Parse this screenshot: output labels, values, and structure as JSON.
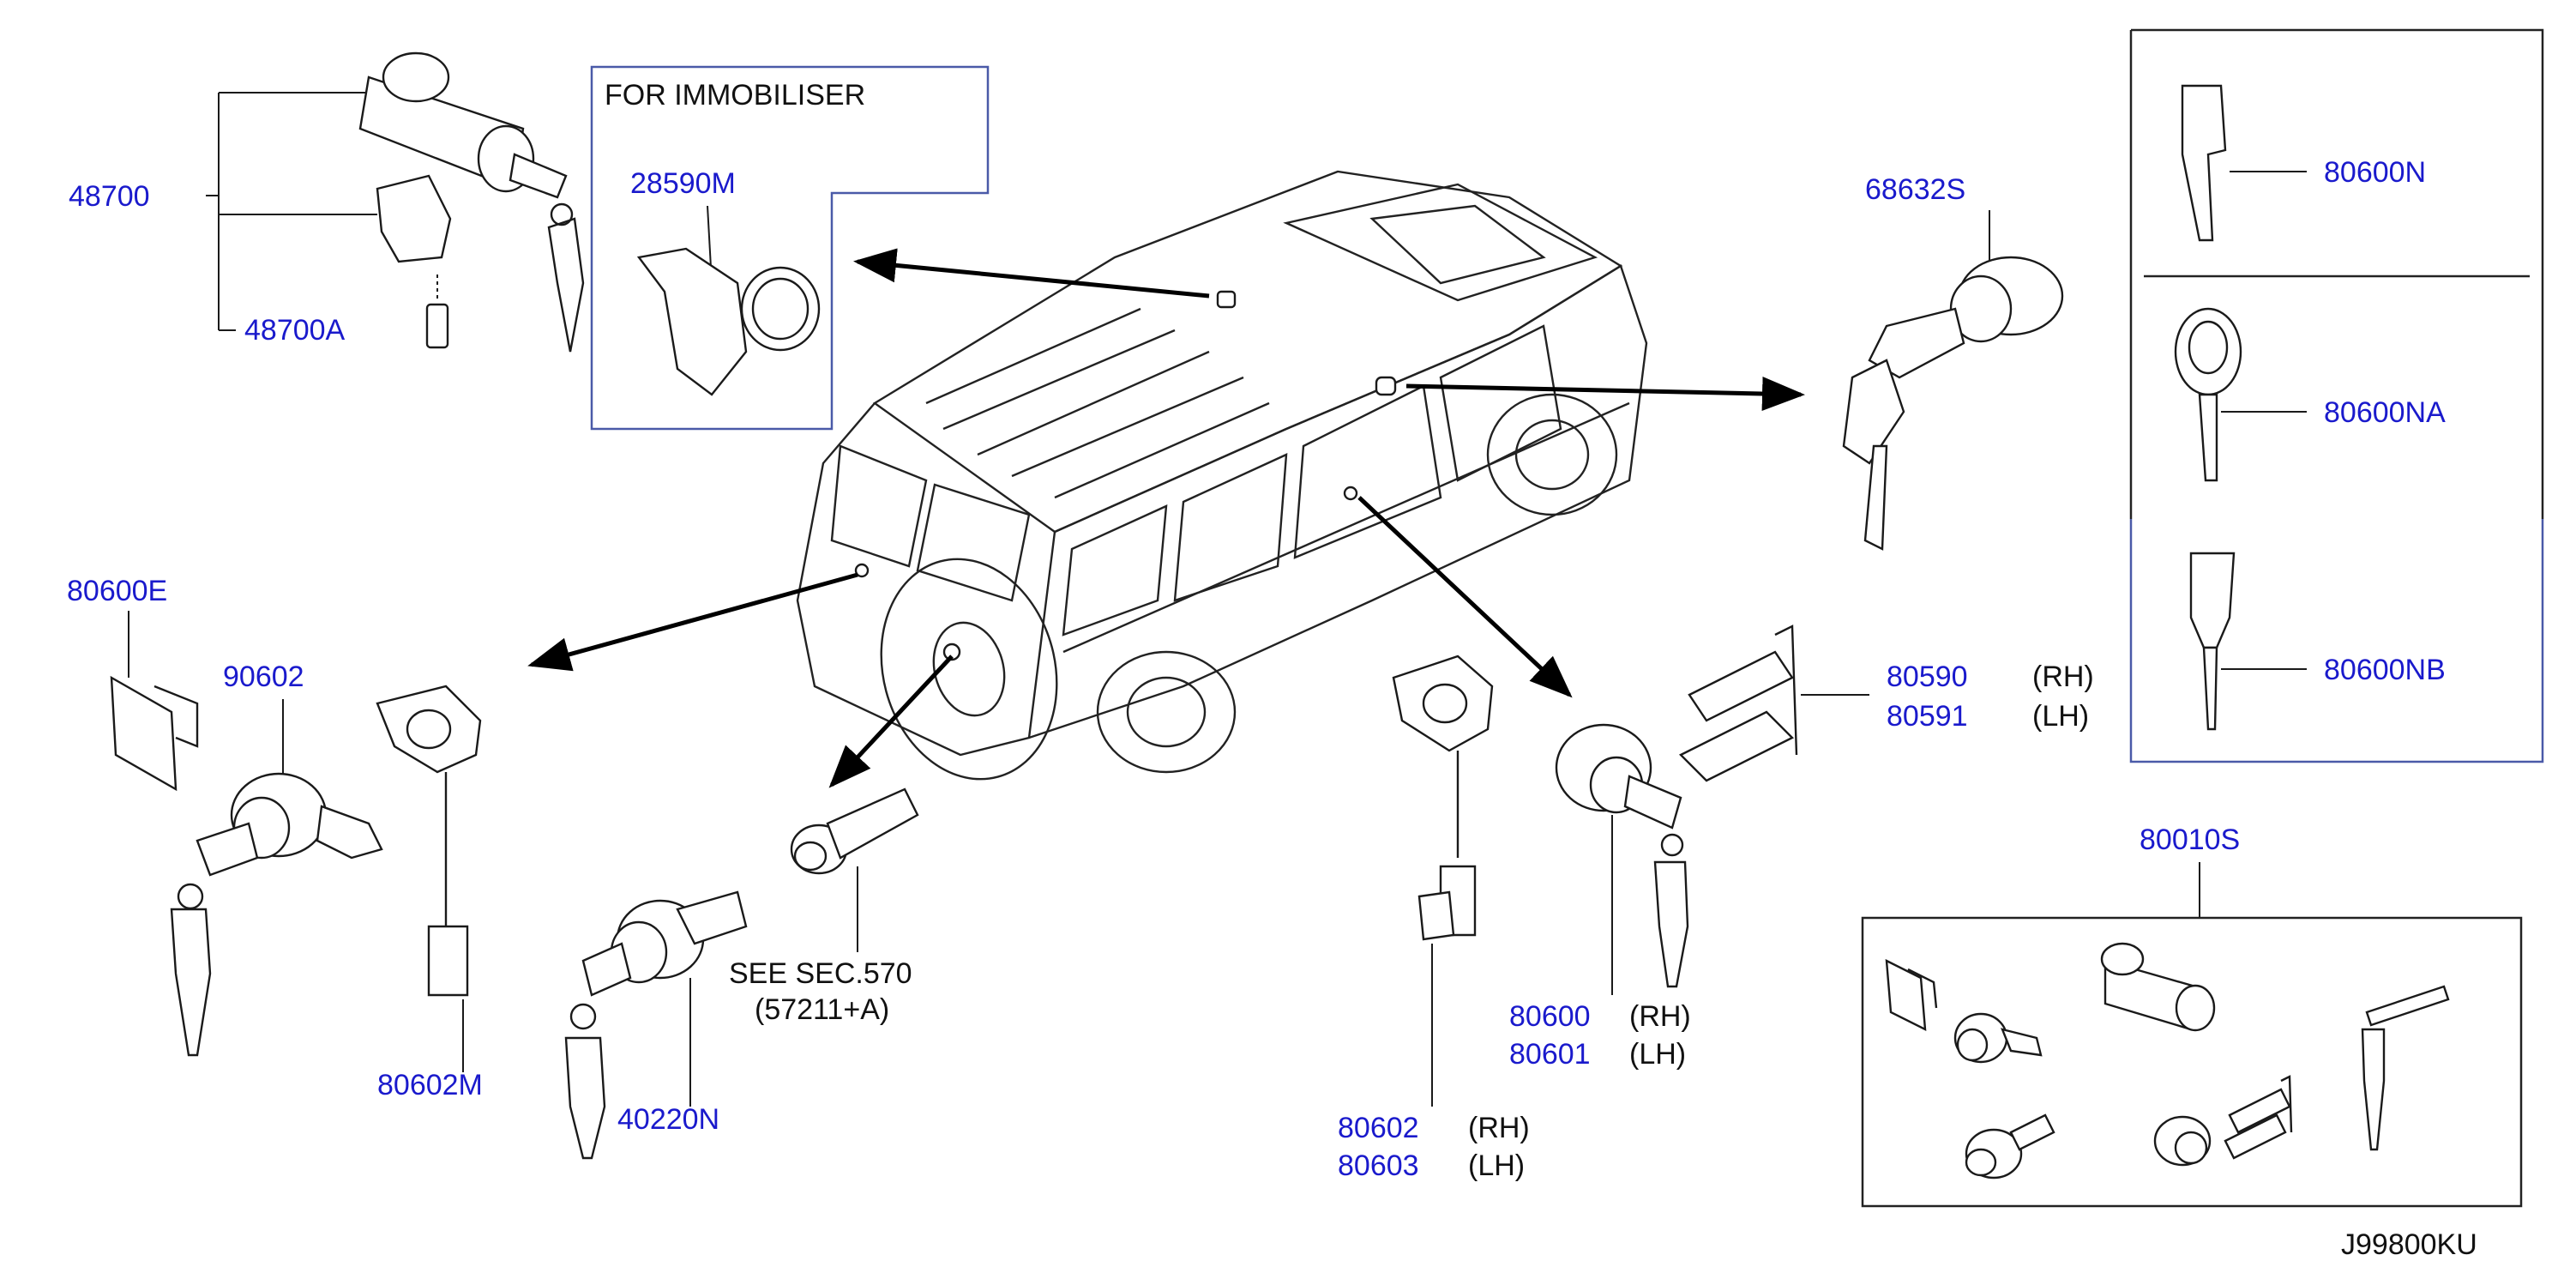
{
  "labels": {
    "p48700": "48700",
    "p48700A": "48700A",
    "immobiliser_title": "FOR  IMMOBILISER",
    "p28590M": "28590M",
    "p68632S": "68632S",
    "p80600N": "80600N",
    "p80600NA": "80600NA",
    "p80600NB": "80600NB",
    "p80600E": "80600E",
    "p90602": "90602",
    "p80602M": "80602M",
    "p40220N": "40220N",
    "see_sec": "SEE   SEC.570",
    "see_ref": "(57211+A)",
    "p80590": "80590",
    "rh1": "(RH)",
    "p80591": "80591",
    "lh1": "(LH)",
    "p80600": "80600",
    "rh2": "(RH)",
    "p80601": "80601",
    "lh2": "(LH)",
    "p80602": "80602",
    "rh3": "(RH)",
    "p80603": "80603",
    "lh3": "(LH)",
    "p80010S": "80010S",
    "drawing_code": "J99800KU"
  },
  "colors": {
    "part_number": "#1a1acc",
    "text": "#111111",
    "frame": "#4a5aa8"
  }
}
